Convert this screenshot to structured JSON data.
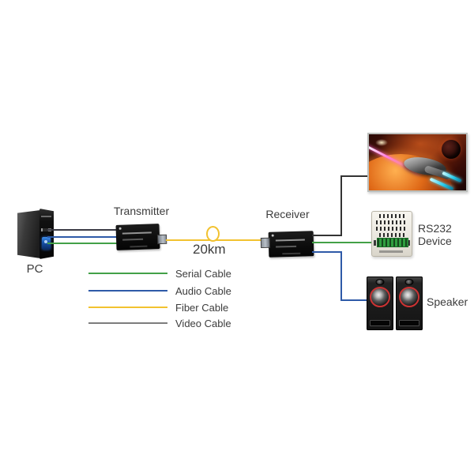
{
  "labels": {
    "pc": "PC",
    "transmitter": "Transmitter",
    "receiver": "Receiver",
    "distance": "20km",
    "rs232_line1": "RS232",
    "rs232_line2": "Device",
    "speaker": "Speaker"
  },
  "legend": {
    "items": [
      {
        "label": "Serial Cable",
        "color": "#43a047"
      },
      {
        "label": "Audio Cable",
        "color": "#2e5aa8"
      },
      {
        "label": "Fiber Cable",
        "color": "#f2c230"
      },
      {
        "label": "Video Cable",
        "color": "#7d7d7d"
      }
    ]
  },
  "cables": {
    "serial_color": "#43a047",
    "audio_color": "#2e5aa8",
    "fiber_color": "#f2c230",
    "video_color": "#3b3b45",
    "video_dark_color": "#333333"
  }
}
